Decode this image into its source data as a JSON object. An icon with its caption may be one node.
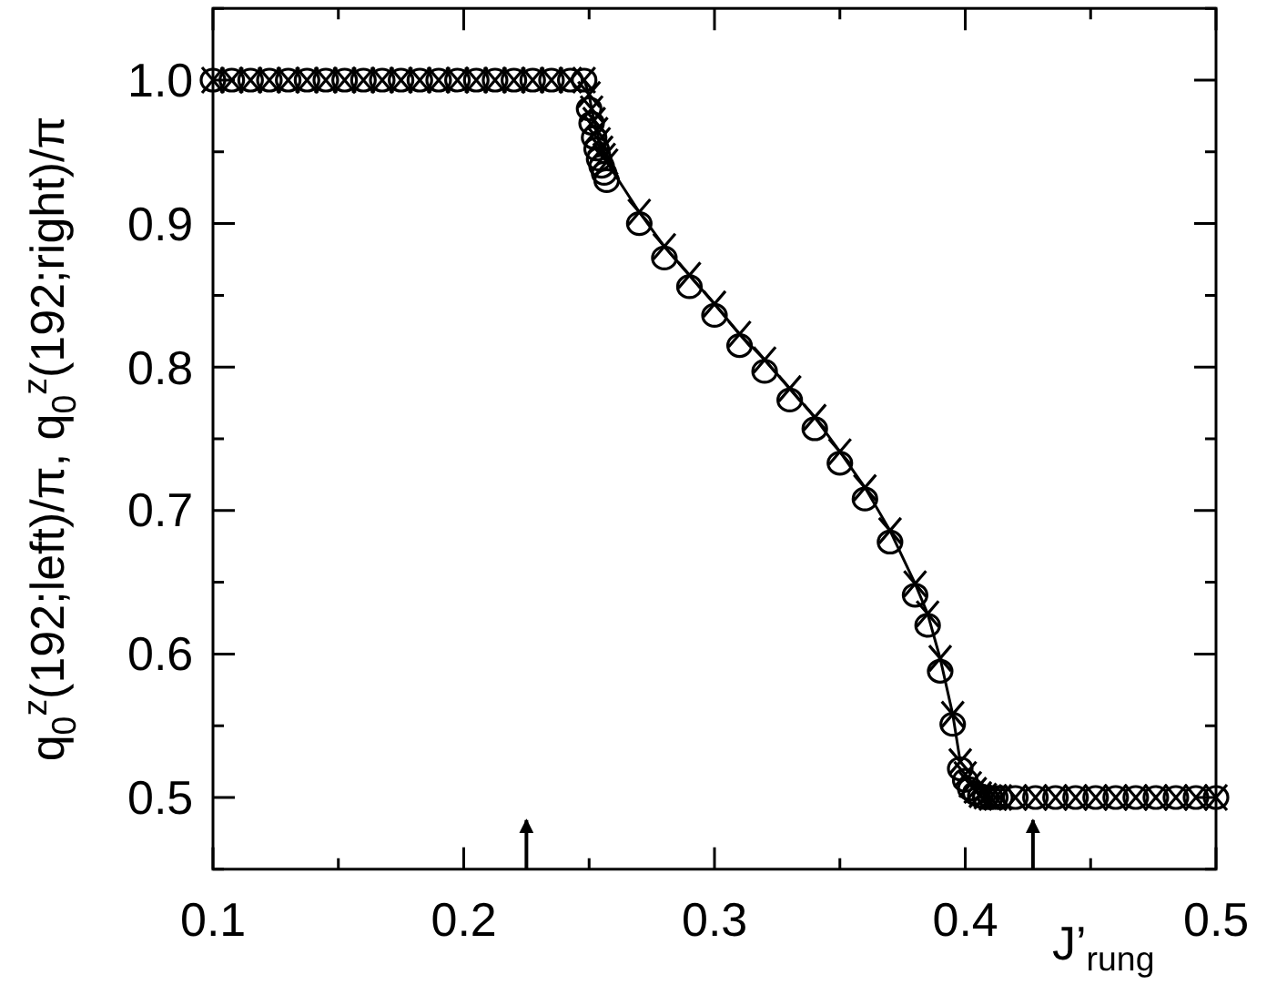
{
  "diagram": {
    "chart_data": {
      "type": "scatter",
      "xlabel": "J’$_{rung}$",
      "ylabel": "q$_{0}$$^{z}$(192;left)/π, q$_{0}$$^{z}$(192;right)/π",
      "x": [
        0.1,
        0.1075,
        0.115,
        0.1225,
        0.13,
        0.1375,
        0.145,
        0.1525,
        0.16,
        0.1675,
        0.175,
        0.1825,
        0.19,
        0.1975,
        0.205,
        0.2125,
        0.22,
        0.2275,
        0.235,
        0.2425,
        0.248,
        0.25,
        0.251,
        0.252,
        0.253,
        0.254,
        0.255,
        0.256,
        0.257,
        0.27,
        0.28,
        0.29,
        0.3,
        0.31,
        0.32,
        0.33,
        0.34,
        0.35,
        0.36,
        0.37,
        0.38,
        0.385,
        0.39,
        0.395,
        0.398,
        0.4,
        0.402,
        0.404,
        0.406,
        0.408,
        0.41,
        0.412,
        0.414,
        0.42,
        0.428,
        0.436,
        0.444,
        0.452,
        0.46,
        0.468,
        0.476,
        0.484,
        0.492,
        0.5
      ],
      "series": [
        {
          "marker": "circle",
          "color": "#000000",
          "values": [
            1,
            1,
            1,
            1,
            1,
            1,
            1,
            1,
            1,
            1,
            1,
            1,
            1,
            1,
            1,
            1,
            1,
            1,
            1,
            1,
            1,
            0.98,
            0.97,
            0.96,
            0.952,
            0.945,
            0.94,
            0.935,
            0.93,
            0.9,
            0.876,
            0.856,
            0.836,
            0.815,
            0.797,
            0.777,
            0.757,
            0.733,
            0.708,
            0.678,
            0.641,
            0.62,
            0.588,
            0.551,
            0.52,
            0.512,
            0.506,
            0.503,
            0.501,
            0.5,
            0.5,
            0.5,
            0.5,
            0.5,
            0.5,
            0.5,
            0.5,
            0.5,
            0.5,
            0.5,
            0.5,
            0.5,
            0.5,
            0.5
          ]
        },
        {
          "marker": "cross",
          "color": "#000000",
          "values": [
            1,
            1,
            1,
            1,
            1,
            1,
            1,
            1,
            1,
            1,
            1,
            1,
            1,
            1,
            1,
            1,
            1,
            1,
            1,
            1,
            1,
            0.99,
            0.98,
            0.972,
            0.965,
            0.958,
            0.952,
            0.947,
            0.943,
            0.908,
            0.884,
            0.864,
            0.844,
            0.823,
            0.805,
            0.785,
            0.765,
            0.741,
            0.716,
            0.686,
            0.649,
            0.628,
            0.597,
            0.558,
            0.525,
            0.516,
            0.509,
            0.505,
            0.502,
            0.501,
            0.5,
            0.5,
            0.5,
            0.5,
            0.5,
            0.5,
            0.5,
            0.5,
            0.5,
            0.5,
            0.5,
            0.5,
            0.5,
            0.5
          ]
        },
        {
          "type": "line",
          "marker": "none",
          "color": "#000000",
          "values": [
            null,
            null,
            null,
            null,
            null,
            null,
            null,
            null,
            null,
            null,
            null,
            null,
            null,
            null,
            null,
            null,
            null,
            null,
            null,
            null,
            1,
            0.99,
            0.98,
            0.972,
            0.965,
            0.958,
            0.952,
            0.947,
            0.943,
            0.908,
            0.884,
            0.864,
            0.844,
            0.823,
            0.805,
            0.785,
            0.765,
            0.741,
            0.716,
            0.686,
            0.649,
            0.628,
            0.597,
            0.558,
            0.525,
            null,
            null,
            null,
            null,
            null,
            null,
            null,
            null,
            null,
            null,
            null,
            null,
            null,
            null,
            null,
            null,
            null,
            null,
            null
          ]
        }
      ],
      "xlim": [
        0.1,
        0.5
      ],
      "ylim": [
        0.45,
        1.05
      ],
      "xticks": [
        0.1,
        0.2,
        0.3,
        0.4,
        0.5
      ],
      "yticks": [
        0.5,
        0.6,
        0.7,
        0.8,
        0.9,
        {
          "value": 1,
          "label": "1.0"
        }
      ]
    }
  }
}
